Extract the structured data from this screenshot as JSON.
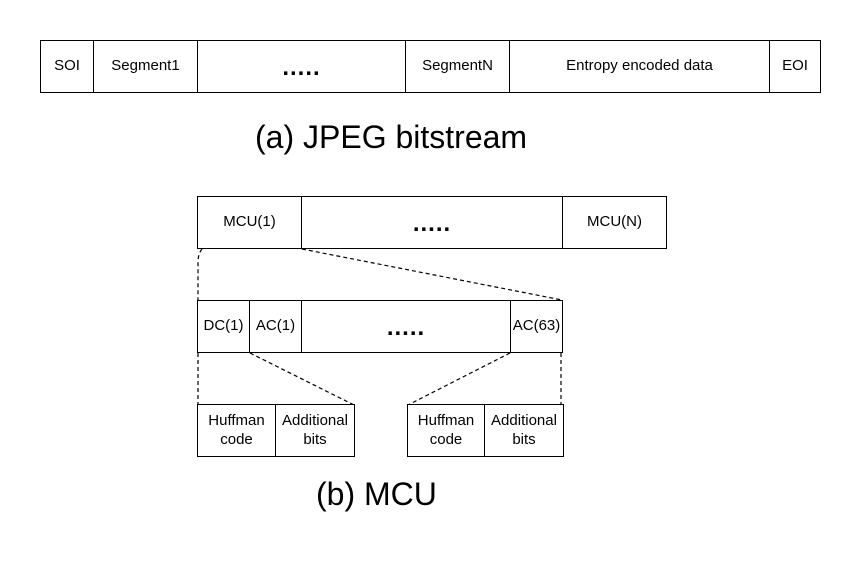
{
  "bitstream": {
    "cells": [
      "SOI",
      "Segment1",
      ".....",
      "SegmentN",
      "Entropy encoded data",
      "EOI"
    ],
    "caption": "(a) JPEG bitstream"
  },
  "mcu_row": {
    "cells": [
      "MCU(1)",
      ".....",
      "MCU(N)"
    ]
  },
  "coeff_row": {
    "cells": [
      "DC(1)",
      "AC(1)",
      ".....",
      "AC(63)"
    ]
  },
  "code_left": {
    "huffman": "Huffman code",
    "additional": "Additional bits"
  },
  "code_right": {
    "huffman": "Huffman code",
    "additional": "Additional bits"
  },
  "mcu_caption": "(b) MCU"
}
